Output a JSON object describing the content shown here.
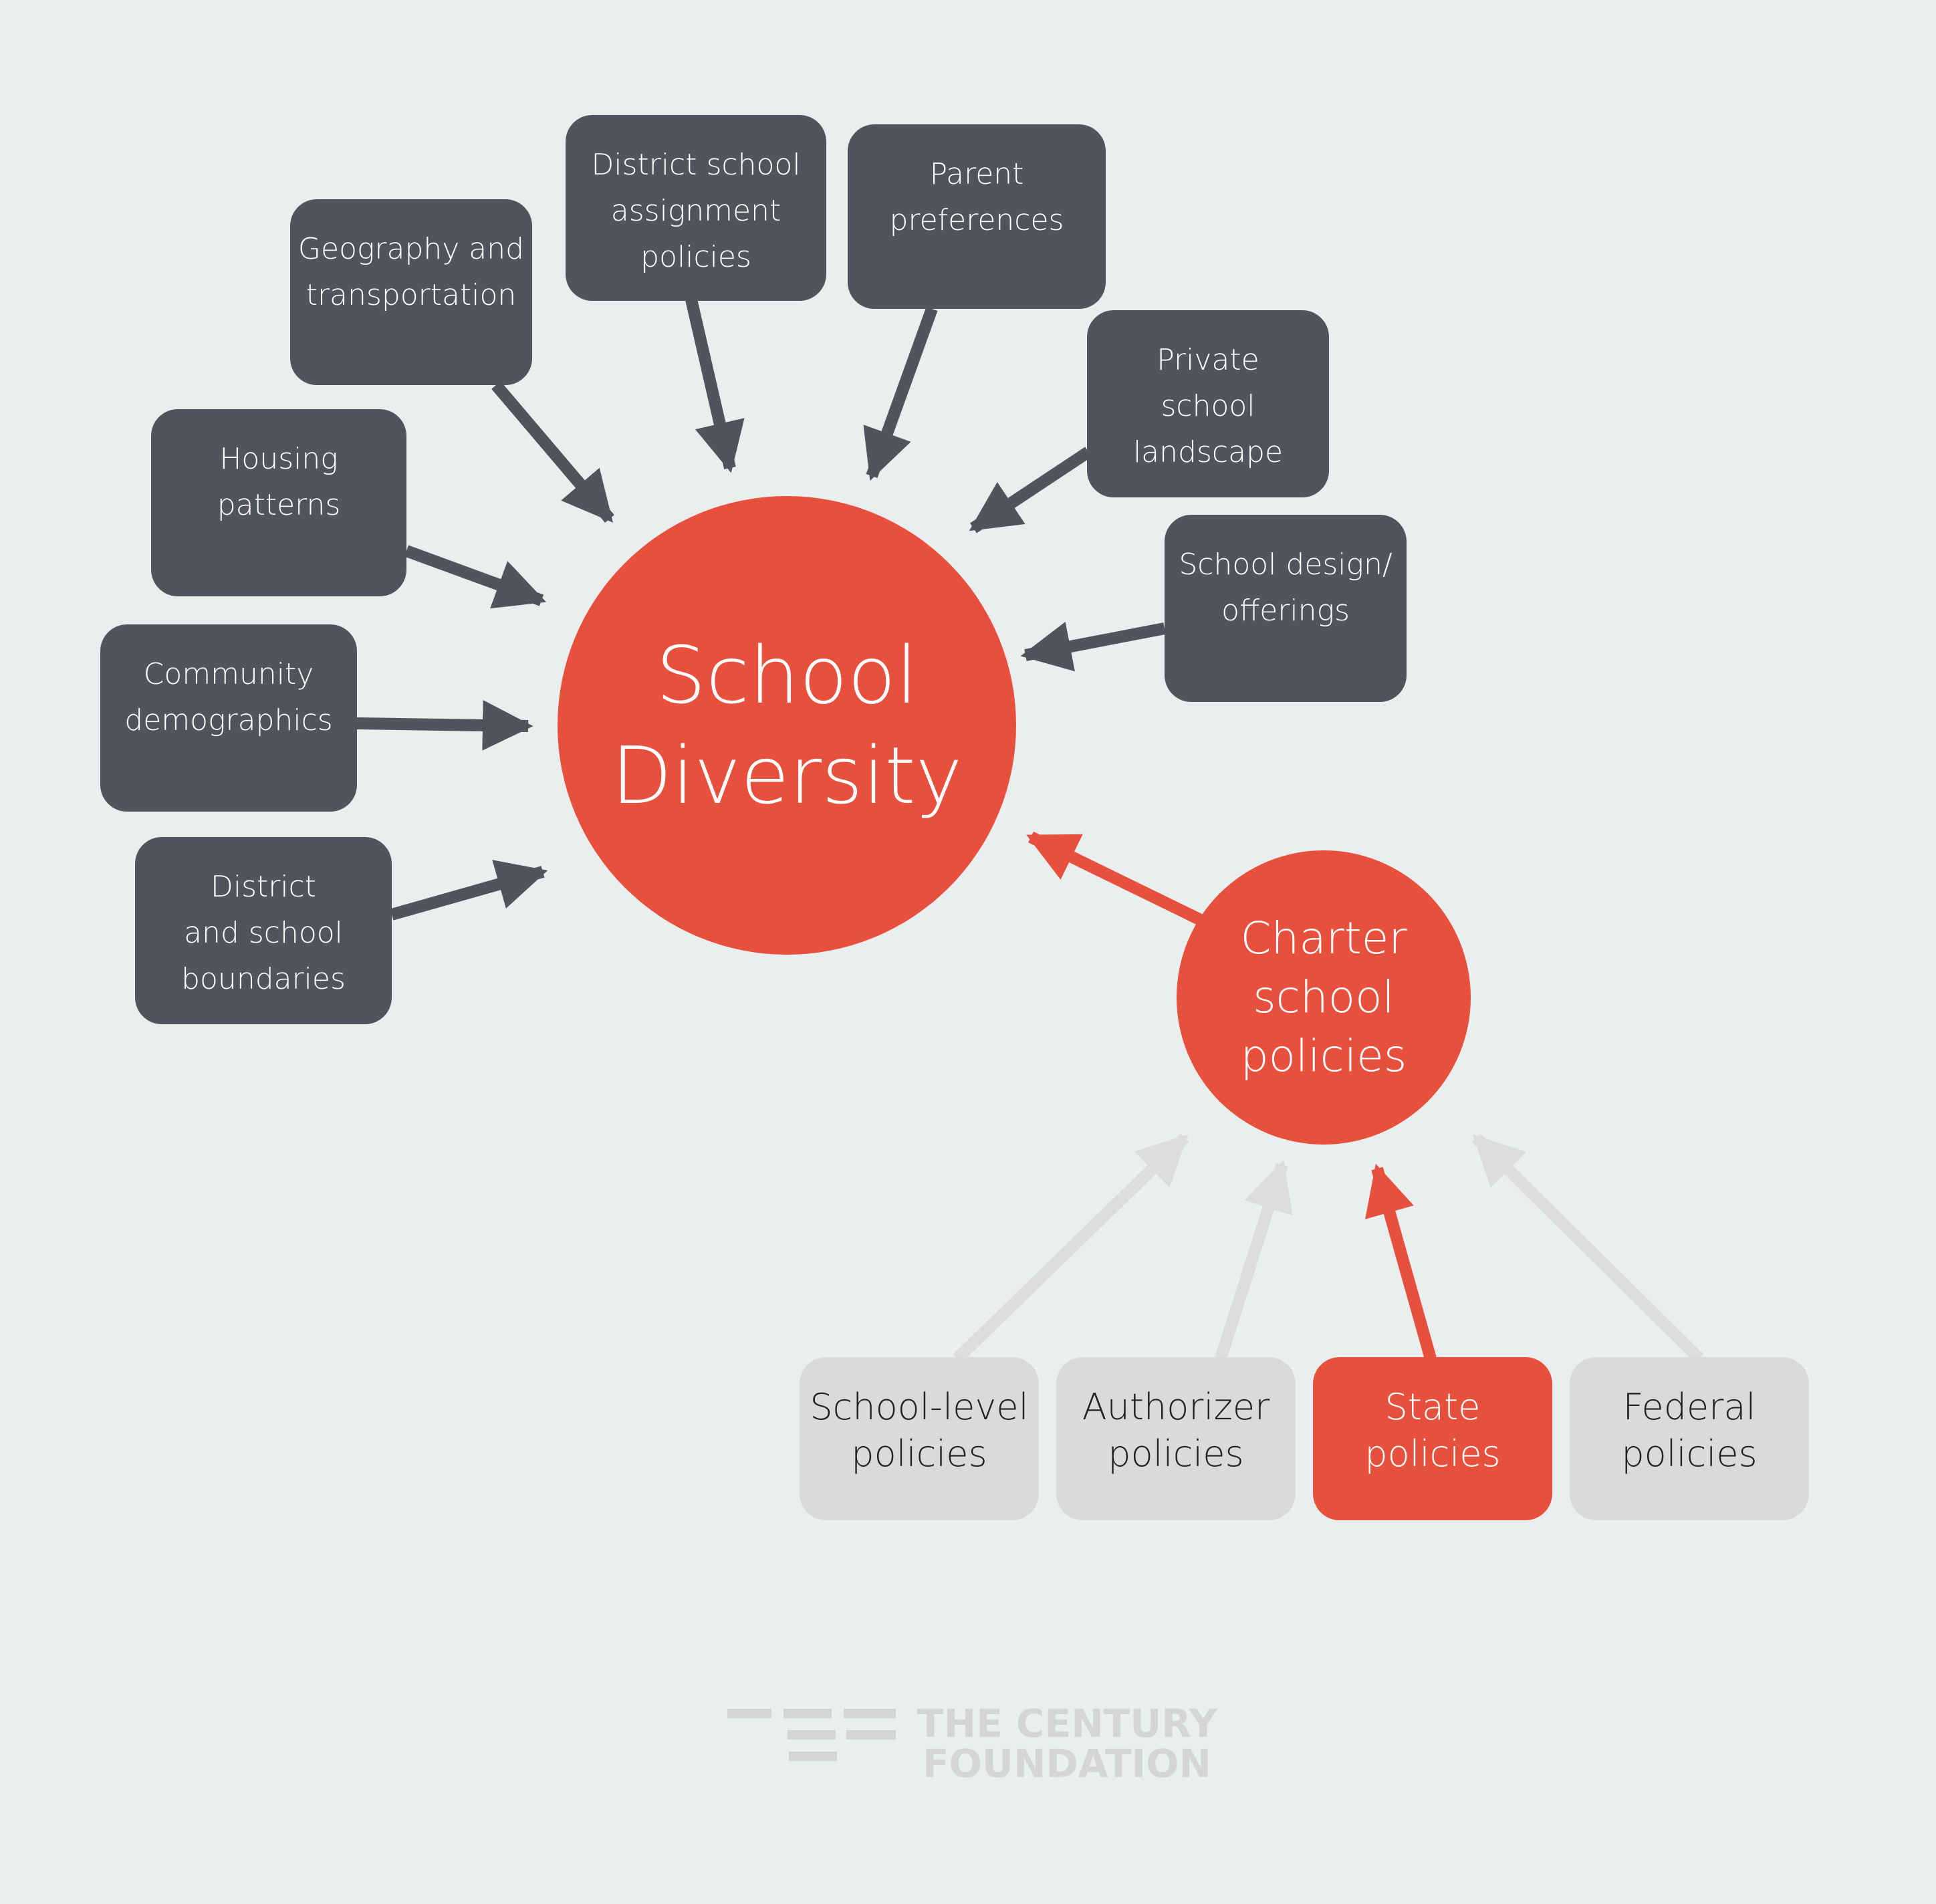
{
  "colors": {
    "background": "#ebeeee",
    "dark_box": "#51545c",
    "accent": "#e6503d",
    "light_box": "#d9dbda",
    "light_arrow": "#dcdddd",
    "logo": "#d4d6d6"
  },
  "center": {
    "label": "School\nDiversity"
  },
  "factors": [
    {
      "id": "district-assignment",
      "label": "District school\nassignment policies"
    },
    {
      "id": "parent-preferences",
      "label": "Parent\npreferences"
    },
    {
      "id": "geography",
      "label": "Geography and\ntransportation"
    },
    {
      "id": "private-school",
      "label": "Private\nschool\nlandscape"
    },
    {
      "id": "housing",
      "label": "Housing\npatterns"
    },
    {
      "id": "school-design",
      "label": "School design/\nofferings"
    },
    {
      "id": "community",
      "label": "Community\ndemographics"
    },
    {
      "id": "boundaries",
      "label": "District\nand school\nboundaries"
    }
  ],
  "charter": {
    "label": "Charter\nschool\npolicies"
  },
  "policies": [
    {
      "id": "school-level",
      "label": "School-level\npolicies",
      "highlighted": false
    },
    {
      "id": "authorizer",
      "label": "Authorizer\npolicies",
      "highlighted": false
    },
    {
      "id": "state",
      "label": "State\npolicies",
      "highlighted": true
    },
    {
      "id": "federal",
      "label": "Federal\npolicies",
      "highlighted": false
    }
  ],
  "logo": {
    "line1": "THE CENTURY",
    "line2": "FOUNDATION"
  }
}
